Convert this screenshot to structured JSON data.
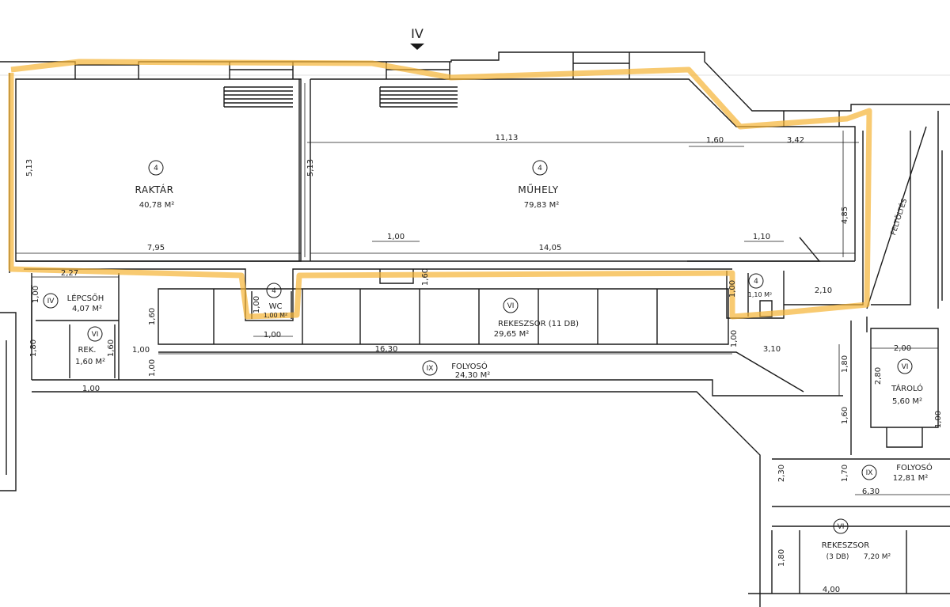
{
  "section_marker": "IV",
  "rooms": [
    {
      "id": "raktar",
      "name": "RAKTÁR",
      "area": "40,78 M²",
      "code": "4"
    },
    {
      "id": "muhely",
      "name": "MŰHELY",
      "area": "79,83 M²",
      "code": "4"
    },
    {
      "id": "lepcso",
      "name": "LÉPCSŐH",
      "area": "4,07 M²",
      "code": "IV"
    },
    {
      "id": "rek",
      "name": "REK.",
      "area": "1,60 M²",
      "code": "VI"
    },
    {
      "id": "wc1",
      "name": "WC",
      "area": "1,00 M²",
      "code": "4"
    },
    {
      "id": "wc2",
      "name": "",
      "area": "1,10 M²",
      "code": "4"
    },
    {
      "id": "rekeszsor1",
      "name": "REKESZSOR (11 DB)",
      "area": "29,65 M²",
      "code": "VI"
    },
    {
      "id": "folyoso1",
      "name": "FOLYOSÓ",
      "area": "24,30 M²",
      "code": "IX"
    },
    {
      "id": "tarolo",
      "name": "TÁROLÓ",
      "area": "5,60 M²",
      "code": "VI"
    },
    {
      "id": "folyoso2",
      "name": "FOLYOSÓ",
      "area": "12,81 M²",
      "code": "IX"
    },
    {
      "id": "rekeszsor2",
      "name": "REKESZSOR",
      "sub": "(3 DB)",
      "area": "7,20 M²",
      "code": "VI"
    }
  ],
  "labels": {
    "feltoltes": "FELTÖLTÉS"
  },
  "dimensions": [
    {
      "id": "d-513-a",
      "text": "5,13"
    },
    {
      "id": "d-513-b",
      "text": "5,13"
    },
    {
      "id": "d-1113",
      "text": "11,13"
    },
    {
      "id": "d-160-top",
      "text": "1,60"
    },
    {
      "id": "d-342",
      "text": "3,42"
    },
    {
      "id": "d-485",
      "text": "4,85"
    },
    {
      "id": "d-795",
      "text": "7,95"
    },
    {
      "id": "d-1405",
      "text": "14,05"
    },
    {
      "id": "d-100-a",
      "text": "1,00"
    },
    {
      "id": "d-110-a",
      "text": "1,10"
    },
    {
      "id": "d-227",
      "text": "2,27"
    },
    {
      "id": "d-160-wall",
      "text": "1,60"
    },
    {
      "id": "d-210",
      "text": "2,10"
    },
    {
      "id": "d-100-b",
      "text": "1,00"
    },
    {
      "id": "d-100-wc",
      "text": "1,00"
    },
    {
      "id": "d-100-wc-b",
      "text": "1,00"
    },
    {
      "id": "d-100-c",
      "text": "1,00"
    },
    {
      "id": "d-160-a",
      "text": "1,60"
    },
    {
      "id": "d-160-b",
      "text": "1,60"
    },
    {
      "id": "d-180-a",
      "text": "1,80"
    },
    {
      "id": "d-100-d",
      "text": "1,00"
    },
    {
      "id": "d-100-e",
      "text": "1,00"
    },
    {
      "id": "d-1630",
      "text": "16,30"
    },
    {
      "id": "d-100-f",
      "text": "1,00"
    },
    {
      "id": "d-100-g",
      "text": "1,00"
    },
    {
      "id": "d-310",
      "text": "3,10"
    },
    {
      "id": "d-200",
      "text": "2,00"
    },
    {
      "id": "d-280",
      "text": "2,80"
    },
    {
      "id": "d-180-b",
      "text": "1,80"
    },
    {
      "id": "d-160-c",
      "text": "1,60"
    },
    {
      "id": "d-230",
      "text": "2,30"
    },
    {
      "id": "d-170",
      "text": "1,70"
    },
    {
      "id": "d-630",
      "text": "6,30"
    },
    {
      "id": "d-180-c",
      "text": "1,80"
    },
    {
      "id": "d-400",
      "text": "4,00"
    },
    {
      "id": "d-100-h",
      "text": "1,00"
    }
  ],
  "colors": {
    "highlight": "#F5B335",
    "ink": "#1a1a1a"
  }
}
